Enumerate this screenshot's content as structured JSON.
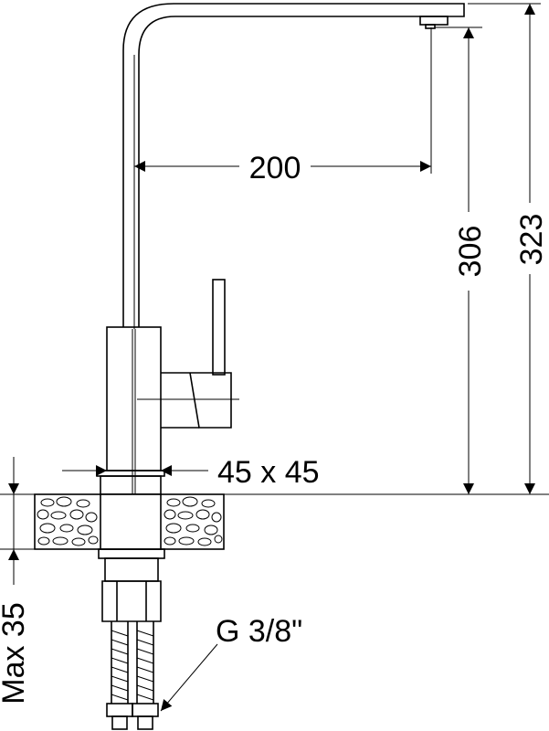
{
  "dimensions": {
    "spout_reach": "200",
    "spout_height": "306",
    "total_height": "323",
    "body_section": "45 x 45",
    "max_thickness": "Max 35",
    "thread": "G 3/8\""
  }
}
